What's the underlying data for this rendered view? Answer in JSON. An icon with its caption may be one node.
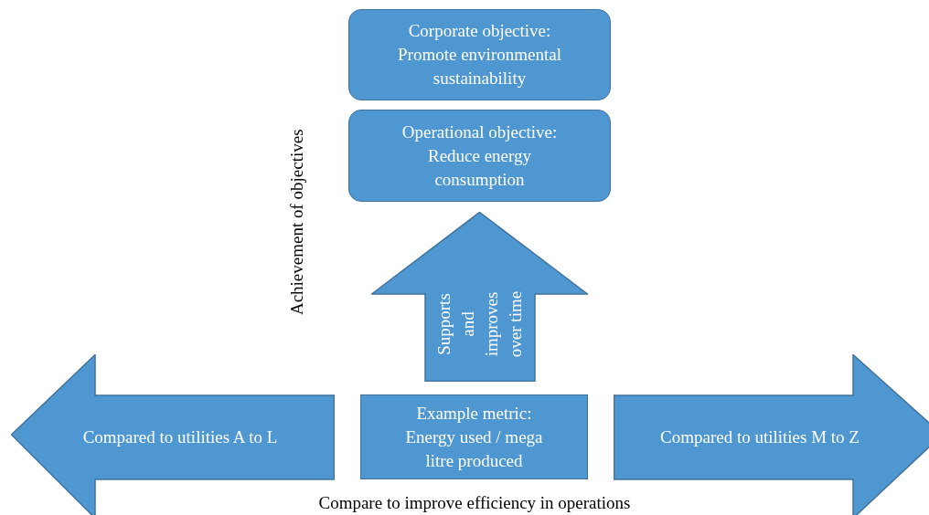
{
  "diagram": {
    "nodes": [
      {
        "text": [
          "Corporate objective: Promote environmental sustainability"
        ]
      },
      {
        "text": [
          "Operational objective: Reduce energy consumption"
        ]
      },
      {
        "text": [
          "Supports and improves over time"
        ]
      },
      {
        "text": [
          "Example metric: Energy used / mega litre produced"
        ]
      },
      {
        "text": [
          "Compared to utilities A to L"
        ]
      },
      {
        "text": [
          "Compared to utilities M to Z"
        ]
      }
    ],
    "labels": [
      "Achievement of objectives",
      "Compare to improve efficiency in operations"
    ]
  }
}
